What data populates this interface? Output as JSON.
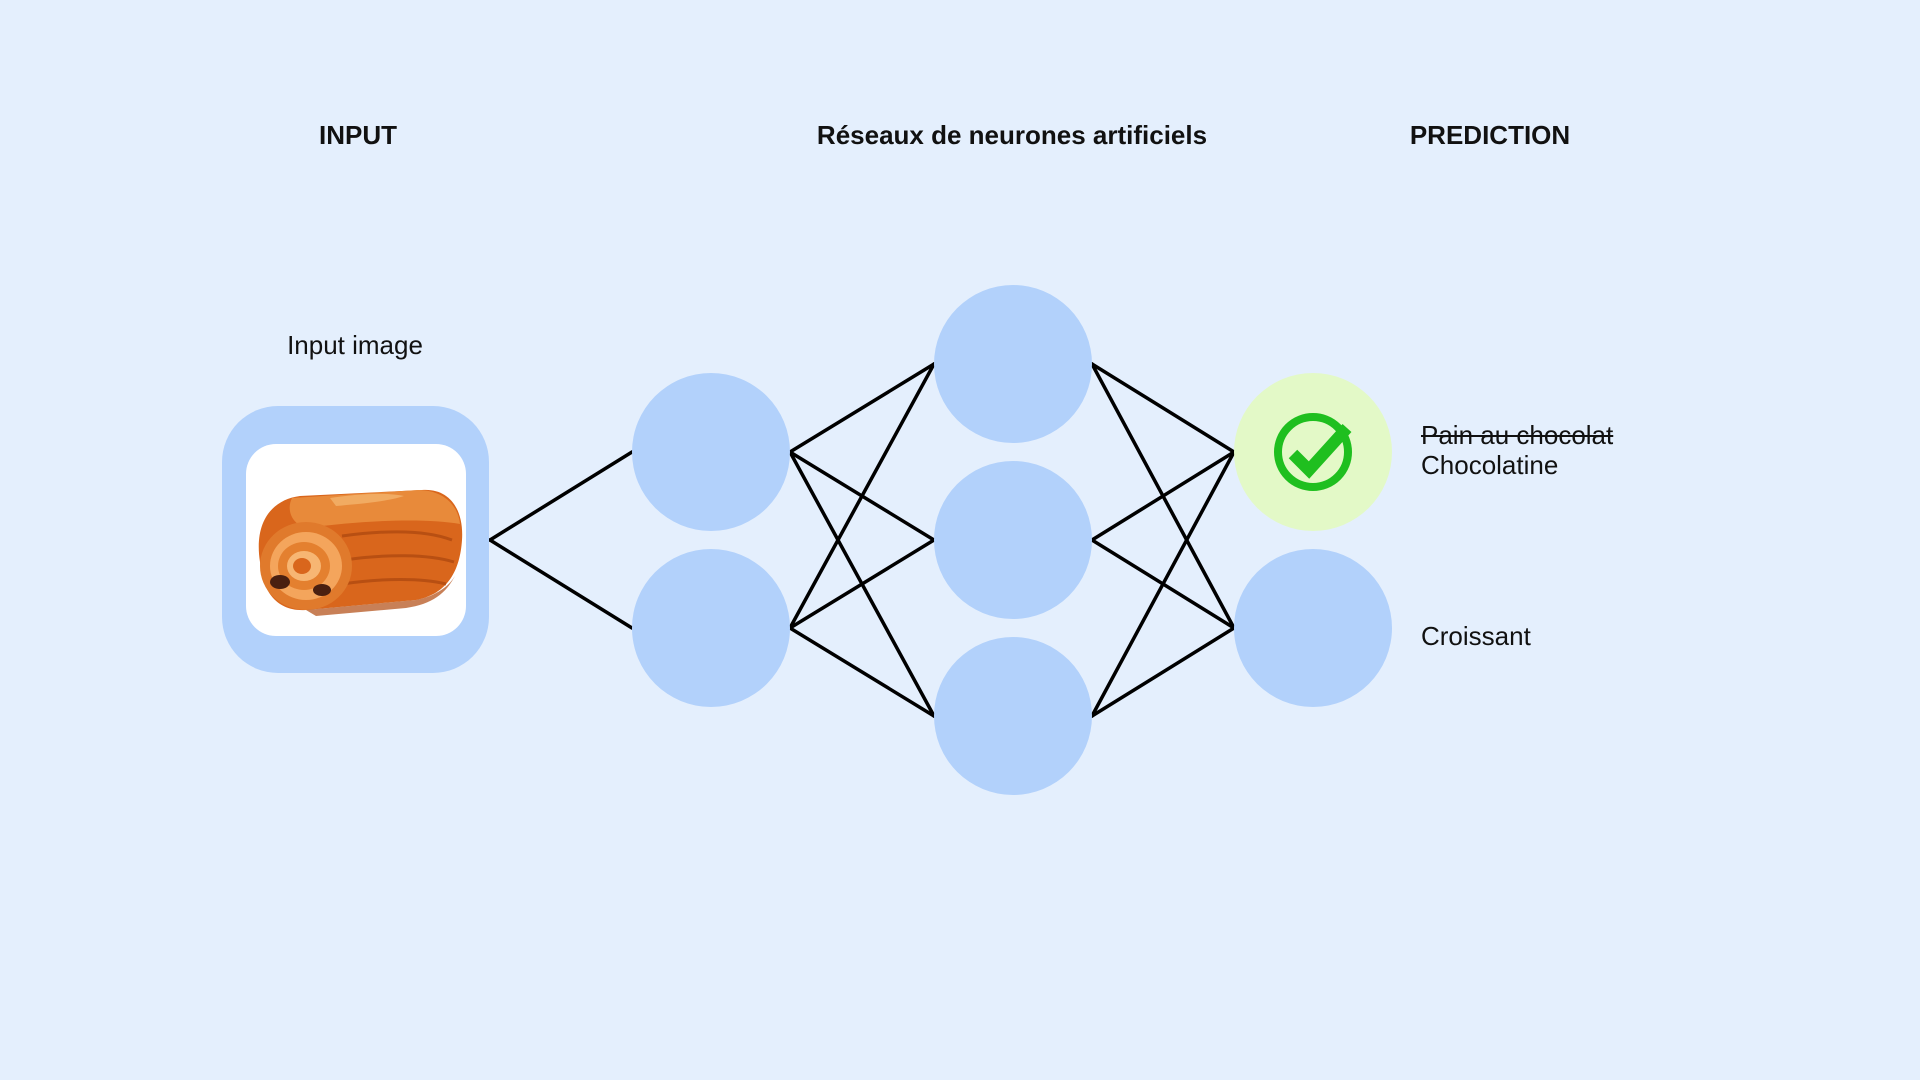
{
  "headings": {
    "input": "INPUT",
    "network": "Réseaux de neurones artificiels",
    "prediction": "PREDICTION"
  },
  "input": {
    "label": "Input image",
    "image_icon": "pain-au-chocolat-illustration"
  },
  "network": {
    "layers": [
      1,
      2,
      3,
      2
    ],
    "connection_color": "#000000",
    "neuron_color": "#b2d1fb"
  },
  "predictions": [
    {
      "struck_label": "Pain au chocolat",
      "label": "Chocolatine",
      "selected": true,
      "icon": "check-circle-icon",
      "highlight_color": "#e3f9c7",
      "check_color": "#1fbf1f"
    },
    {
      "label": "Croissant",
      "selected": false
    }
  ],
  "colors": {
    "background": "#e4effd"
  }
}
